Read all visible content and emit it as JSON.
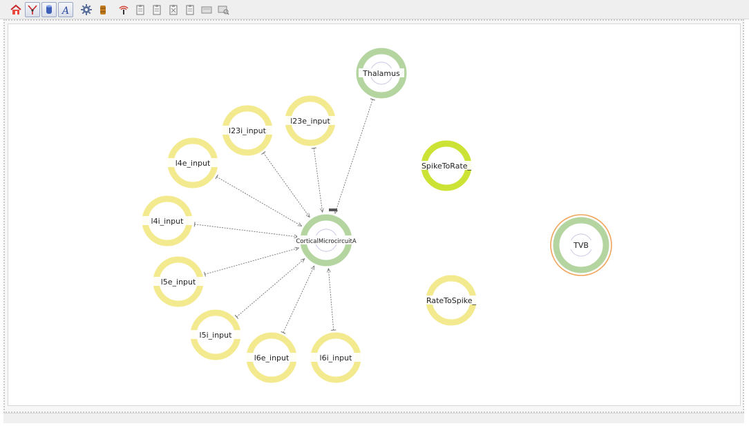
{
  "toolbar": {
    "buttons": [
      {
        "name": "home-button",
        "icon": "home-icon",
        "pressed": false
      },
      {
        "name": "connect-tool-button",
        "icon": "connect-arrows-icon",
        "pressed": true
      },
      {
        "name": "database-tool-button",
        "icon": "blue-cylinder-icon",
        "pressed": true
      },
      {
        "name": "text-tool-button",
        "icon": "text-a-icon",
        "pressed": true
      },
      {
        "name": "settings-button",
        "icon": "gear-icon",
        "pressed": false
      },
      {
        "name": "storage-button",
        "icon": "barrel-icon",
        "pressed": false
      },
      {
        "name": "info-button",
        "icon": "info-signal-icon",
        "pressed": false
      },
      {
        "name": "clipboard-1-button",
        "icon": "clipboard-icon",
        "pressed": false
      },
      {
        "name": "clipboard-2-button",
        "icon": "clipboard-icon",
        "pressed": false
      },
      {
        "name": "clipboard-3-button",
        "icon": "clipboard-x-icon",
        "pressed": false
      },
      {
        "name": "clipboard-4-button",
        "icon": "clipboard-icon",
        "pressed": false
      },
      {
        "name": "screen-button",
        "icon": "screen-icon",
        "pressed": false
      },
      {
        "name": "screen-zoom-button",
        "icon": "screen-zoom-icon",
        "pressed": false
      }
    ]
  },
  "colors": {
    "input_ring": "#f3ea90",
    "cortical_ring": "#b4d5a0",
    "spike_ring": "#cce234",
    "tvb_outer": "#f0a45a",
    "edge": "#6f6f6f"
  },
  "nodes": [
    {
      "id": "thalamus",
      "label": "Thalamus",
      "type": "cortical"
    },
    {
      "id": "l23e",
      "label": "l23e_input",
      "type": "input"
    },
    {
      "id": "l23i",
      "label": "l23i_input",
      "type": "input"
    },
    {
      "id": "l4e",
      "label": "l4e_input",
      "type": "input"
    },
    {
      "id": "l4i",
      "label": "l4i_input",
      "type": "input"
    },
    {
      "id": "l5e",
      "label": "l5e_input",
      "type": "input"
    },
    {
      "id": "l5i",
      "label": "l5i_input",
      "type": "input"
    },
    {
      "id": "l6e",
      "label": "l6e_input",
      "type": "input"
    },
    {
      "id": "l6i",
      "label": "l6i_input",
      "type": "input"
    },
    {
      "id": "cortical",
      "label": "CorticalMicrocircuitA",
      "type": "cortical"
    },
    {
      "id": "spiketorate",
      "label": "SpikeToRate_",
      "type": "spike"
    },
    {
      "id": "ratetospike",
      "label": "RateToSpike_",
      "type": "input"
    },
    {
      "id": "tvb",
      "label": "TVB",
      "type": "tvb"
    }
  ],
  "edges": [
    {
      "from": "thalamus",
      "to": "cortical"
    },
    {
      "from": "l23e",
      "to": "cortical"
    },
    {
      "from": "l23i",
      "to": "cortical"
    },
    {
      "from": "l4e",
      "to": "cortical"
    },
    {
      "from": "l4i",
      "to": "cortical"
    },
    {
      "from": "l5e",
      "to": "cortical"
    },
    {
      "from": "l5i",
      "to": "cortical"
    },
    {
      "from": "l6e",
      "to": "cortical"
    },
    {
      "from": "l6i",
      "to": "cortical"
    }
  ]
}
